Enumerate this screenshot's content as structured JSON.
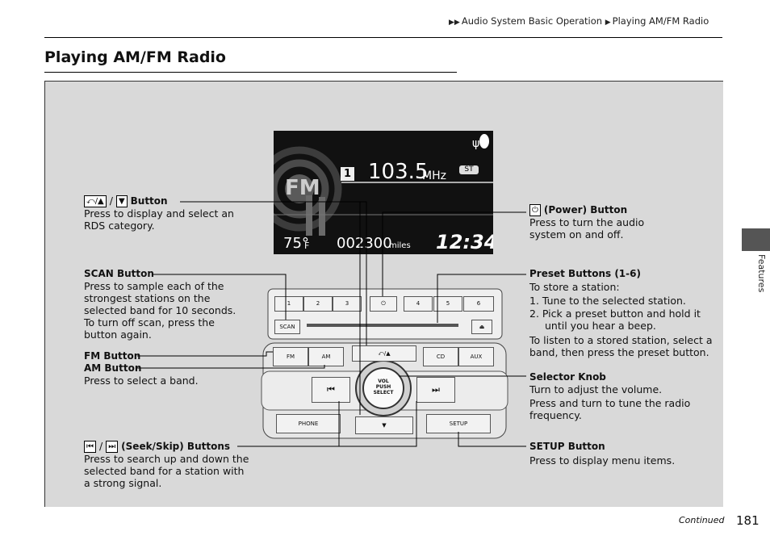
{
  "breadcrumb": {
    "part1": "Audio System Basic Operation",
    "part2": "Playing AM/FM Radio"
  },
  "page_title": "Playing AM/FM Radio",
  "side_tab": "Features",
  "footer": {
    "continued": "Continued",
    "page_number": "181"
  },
  "display": {
    "preset": "1",
    "frequency": "103.5",
    "unit": "MHz",
    "stereo": "ST",
    "band_badge": "FM",
    "temp": "75°",
    "temp_unit": "F",
    "odometer": "002300",
    "odometer_unit": "miles",
    "clock": "12:34"
  },
  "console": {
    "presets": [
      "1",
      "2",
      "3",
      "4",
      "5",
      "6"
    ],
    "scan": "SCAN",
    "fm": "FM",
    "am": "AM",
    "cd": "CD",
    "aux": "AUX",
    "back_up": "⤺/▲",
    "down": "▼",
    "vol": "VOL",
    "push": "PUSH",
    "select": "SELECT",
    "phone": "PHONE",
    "setup": "SETUP",
    "eject": "⏏",
    "seek_back": "⏮",
    "seek_fwd": "⏭",
    "power": "⏻"
  },
  "callouts": {
    "rds": {
      "title": "Button",
      "line1": "Press to display and select an",
      "line2": "RDS category.",
      "icon1": "⤺/▲",
      "icon2": "▼",
      "sep": "/"
    },
    "scan": {
      "title": "SCAN Button",
      "lines": [
        "Press to sample each of the",
        "strongest stations on the",
        "selected band for 10 seconds.",
        "To turn off scan, press the",
        "button again."
      ]
    },
    "fm_am": {
      "title1": "FM Button",
      "title2": "AM Button",
      "line1": "Press to select a band."
    },
    "seek": {
      "title": "(Seek/Skip) Buttons",
      "icon1": "⏮",
      "icon2": "⏭",
      "sep": "/",
      "lines": [
        "Press to search up and down the",
        "selected band for a station with",
        "a strong signal."
      ]
    },
    "power": {
      "icon": "⏻",
      "title": "(Power) Button",
      "lines": [
        "Press to turn the audio",
        "system on and off."
      ]
    },
    "preset": {
      "title": "Preset Buttons (1-6)",
      "line0": "To store a station:",
      "step1": "1.  Tune to the selected station.",
      "step2a": "2.  Pick a preset button and hold it",
      "step2b": "until you hear a beep.",
      "line3": "To listen to a stored station, select a",
      "line4": "band, then press the preset button."
    },
    "selector": {
      "title": "Selector Knob",
      "lines": [
        "Turn to adjust the volume.",
        "Press and turn to tune the radio",
        "frequency."
      ]
    },
    "setup": {
      "title": "SETUP Button",
      "line1": "Press to display menu items."
    }
  }
}
